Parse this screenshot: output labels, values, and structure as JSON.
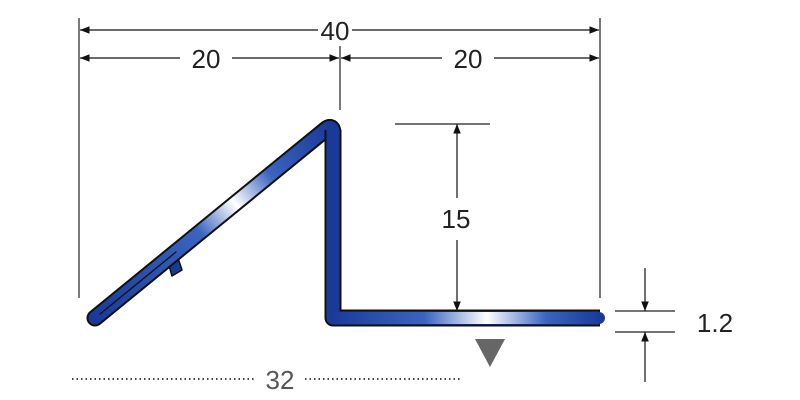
{
  "dimensions": {
    "overall_width": "40",
    "left_width": "20",
    "right_width": "20",
    "height": "15",
    "thickness": "1.2",
    "reference_width": "32"
  },
  "colors": {
    "profile_blue": "#1a3a9a",
    "highlight": "#ffffff",
    "marker_gray": "#666666"
  }
}
